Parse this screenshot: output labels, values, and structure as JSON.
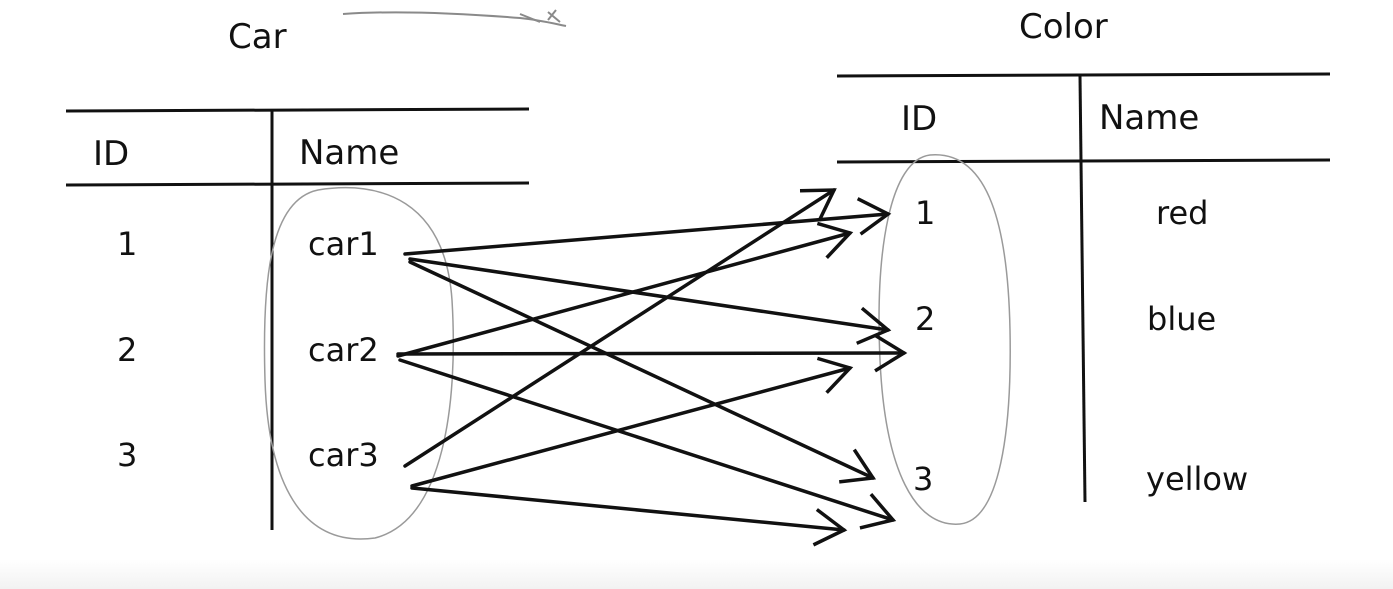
{
  "car_table": {
    "title": "Car",
    "headers": {
      "id": "ID",
      "name": "Name"
    },
    "rows": [
      {
        "id": "1",
        "name": "car1"
      },
      {
        "id": "2",
        "name": "car2"
      },
      {
        "id": "3",
        "name": "car3"
      }
    ]
  },
  "color_table": {
    "title": "Color",
    "headers": {
      "id": "ID",
      "name": "Name"
    },
    "rows": [
      {
        "id": "1",
        "name": "red"
      },
      {
        "id": "2",
        "name": "blue"
      },
      {
        "id": "3",
        "name": "yellow"
      }
    ]
  },
  "connections": [
    {
      "from": "car1",
      "to": "1"
    },
    {
      "from": "car1",
      "to": "2"
    },
    {
      "from": "car1",
      "to": "3"
    },
    {
      "from": "car2",
      "to": "1"
    },
    {
      "from": "car2",
      "to": "2"
    },
    {
      "from": "car2",
      "to": "3"
    },
    {
      "from": "car3",
      "to": "1"
    },
    {
      "from": "car3",
      "to": "2"
    },
    {
      "from": "car3",
      "to": "3"
    }
  ],
  "colors": {
    "ink": "#111111",
    "sketch": "#9a9a9a"
  }
}
